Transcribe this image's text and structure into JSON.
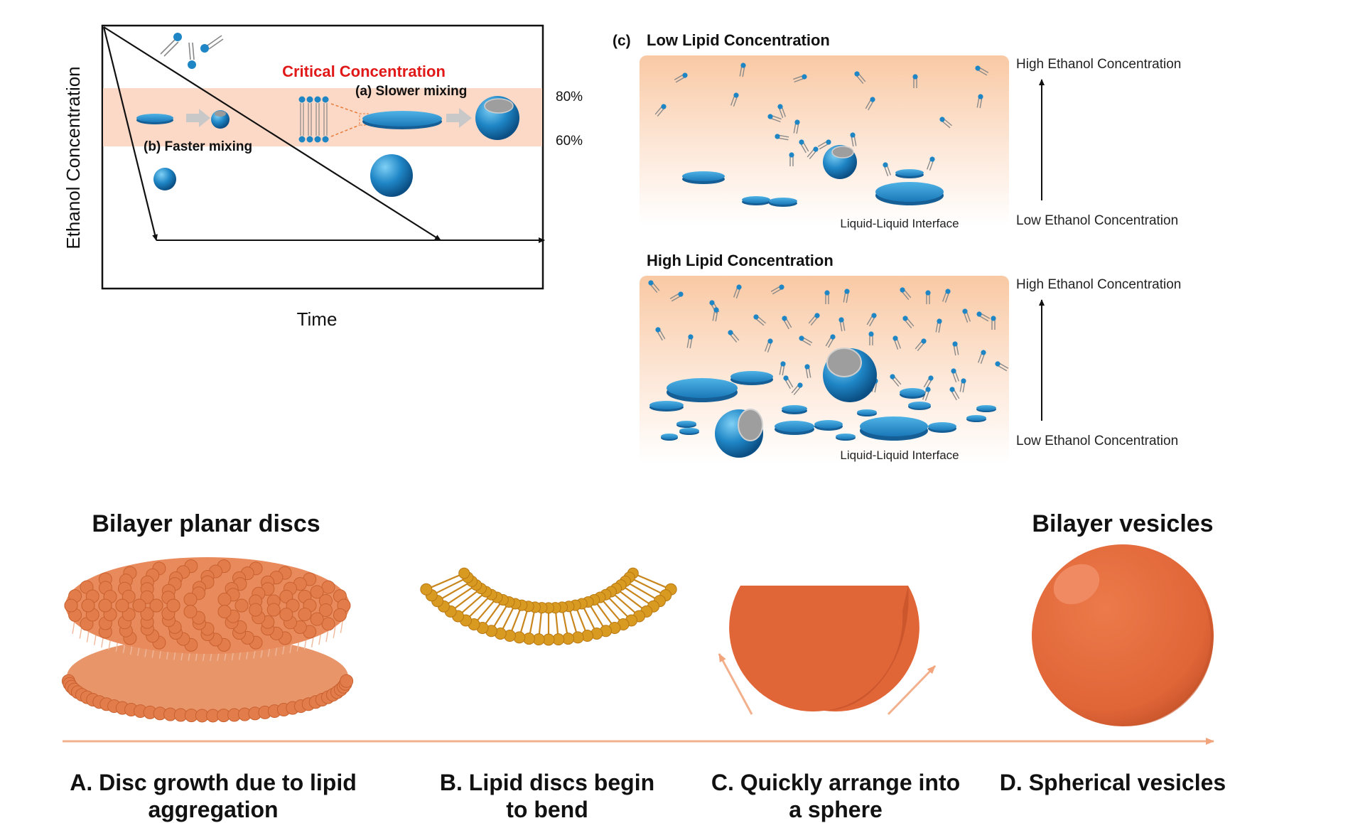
{
  "panel_left": {
    "y_axis_label": "Ethanol Concentration",
    "x_axis_label": "Time",
    "critical_label": "Critical Concentration",
    "slower_label": "(a) Slower mixing",
    "faster_label": "(b) Faster mixing",
    "pct_high": "80%",
    "pct_low": "60%",
    "colors": {
      "band": "#fbd8c6",
      "critical": "#e01818",
      "blue": "#1f86c6"
    }
  },
  "panel_c": {
    "tag": "(c)",
    "low_title": "Low Lipid Concentration",
    "high_title": "High Lipid Concentration",
    "interface_label": "Liquid-Liquid Interface",
    "high_ethanol": "High Ethanol Concentration",
    "low_ethanol": "Low Ethanol Concentration"
  },
  "bottom": {
    "left_title": "Bilayer planar discs",
    "right_title": "Bilayer vesicles",
    "caption_a": [
      "A. Disc growth due to lipid",
      "aggregation"
    ],
    "caption_b": [
      "B. Lipid discs begin",
      "to bend"
    ],
    "caption_c": [
      "C. Quickly arrange into",
      "a sphere"
    ],
    "caption_d": [
      "D. Spherical vesicles"
    ],
    "colors": {
      "orange": "#e56a3c",
      "gold": "#d9921e",
      "arrow": "#f2b08c"
    }
  }
}
